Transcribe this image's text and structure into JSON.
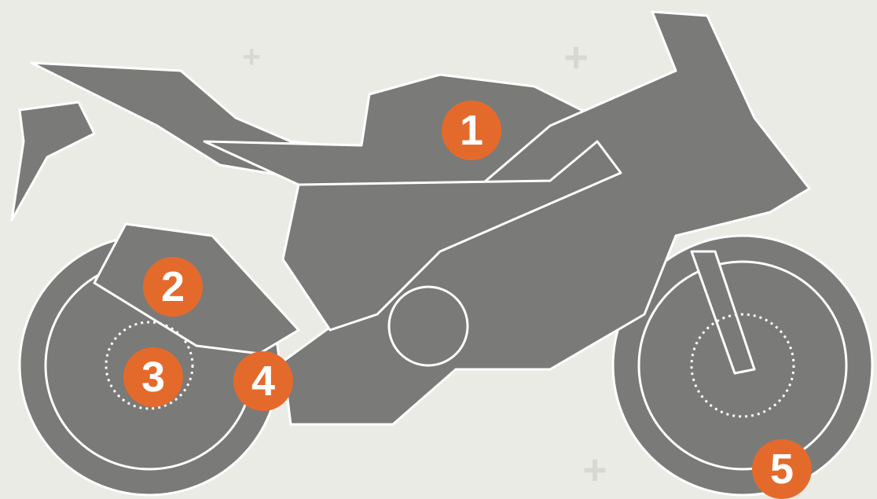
{
  "diagram": {
    "subject": "motorcycle",
    "colors": {
      "background": "#ebebe6",
      "body": "#7a7a78",
      "marker": "#e46a2c",
      "line": "#ffffff"
    },
    "markers": [
      {
        "label": "1"
      },
      {
        "label": "2"
      },
      {
        "label": "3"
      },
      {
        "label": "4"
      },
      {
        "label": "5"
      }
    ]
  }
}
